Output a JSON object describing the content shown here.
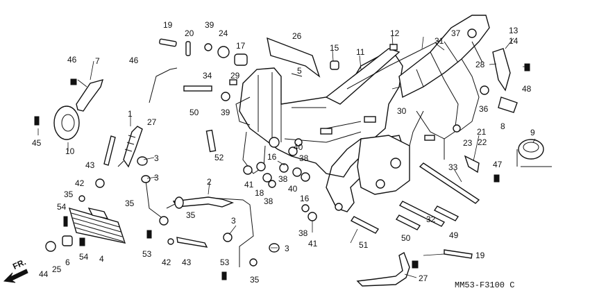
{
  "diagram_code": "MM53-F3100 C",
  "direction_marker": "FR.",
  "callouts": [
    "1",
    "2",
    "3",
    "3",
    "3",
    "3",
    "4",
    "5",
    "6",
    "7",
    "8",
    "9",
    "10",
    "11",
    "12",
    "13",
    "14",
    "15",
    "16",
    "16",
    "17",
    "18",
    "19",
    "19",
    "20",
    "21",
    "22",
    "23",
    "24",
    "25",
    "26",
    "27",
    "27",
    "28",
    "29",
    "30",
    "31",
    "32",
    "33",
    "34",
    "35",
    "35",
    "35",
    "35",
    "36",
    "37",
    "38",
    "38",
    "38",
    "38",
    "39",
    "39",
    "40",
    "40",
    "41",
    "41",
    "42",
    "42",
    "43",
    "43",
    "44",
    "45",
    "46",
    "46",
    "47",
    "48",
    "49",
    "50",
    "50",
    "51",
    "52",
    "53",
    "53",
    "54",
    "54"
  ]
}
